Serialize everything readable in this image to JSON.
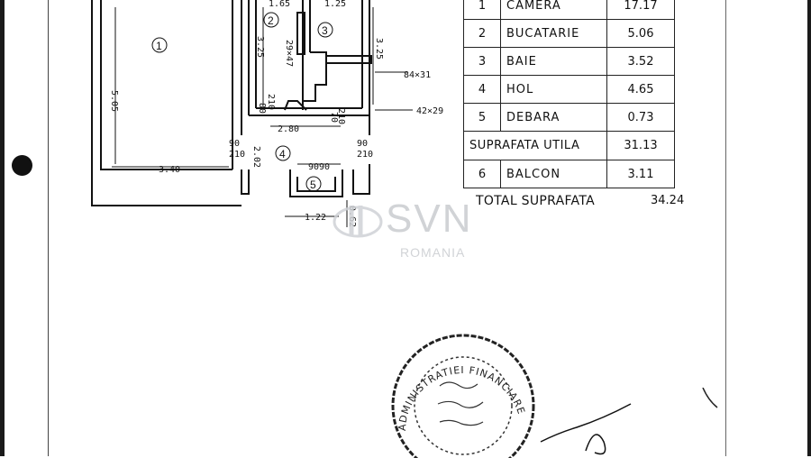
{
  "plan": {
    "room_numbers": [
      "1",
      "2",
      "3",
      "4",
      "5"
    ],
    "dimensions": {
      "top_room2": "1.65",
      "top_room3": "1.25",
      "left_height": "5.05",
      "room2_height": "3.25",
      "room3_height": "3.25",
      "room2_door": "29×47",
      "right_vent": "84×31",
      "right_vent2": "42×29",
      "bottom_width_room1": "3.40",
      "mid_width": "2.80",
      "hall_height": "2.02",
      "door1": "90",
      "door1b": "210",
      "door2": "90",
      "door2b": "210",
      "door_bath": "80",
      "door_bath2": "210",
      "balcony_door": "90",
      "balcony_door2": "90",
      "balcony_width": "1.22",
      "balcony_depth": "0.62",
      "small_70": "70",
      "small_210": "210"
    }
  },
  "areas_table": {
    "rows": [
      {
        "num": "1",
        "name": "CAMERA",
        "value": "17.17"
      },
      {
        "num": "2",
        "name": "BUCATARIE",
        "value": "5.06"
      },
      {
        "num": "3",
        "name": "BAIE",
        "value": "3.52"
      },
      {
        "num": "4",
        "name": "HOL",
        "value": "4.65"
      },
      {
        "num": "5",
        "name": "DEBARA",
        "value": "0.73"
      }
    ],
    "util_label": "SUPRAFATA UTILA",
    "util_value": "31.13",
    "balcony": {
      "num": "6",
      "name": "BALCON",
      "value": "3.11"
    },
    "total_label": "TOTAL SUPRAFATA",
    "total_value": "34.24"
  },
  "watermark": {
    "brand": "SVN",
    "sub": "ROMANIA"
  },
  "stamp_text": "ADMINISTRATIEI FINANCIARE"
}
